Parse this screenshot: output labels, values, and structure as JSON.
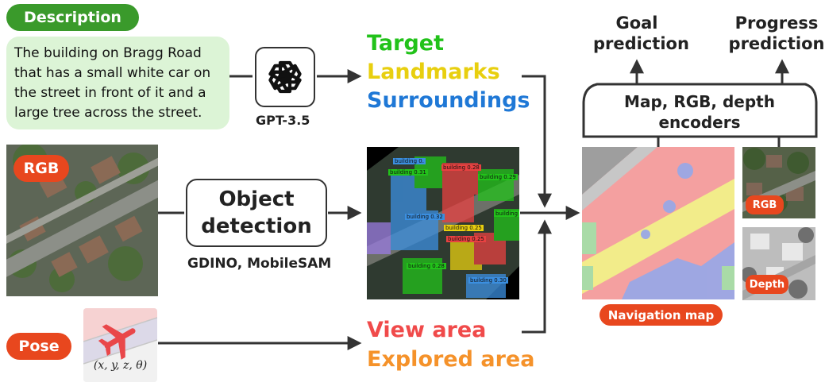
{
  "description": {
    "label": "Description",
    "text": "The building on Bragg Road that has a small white car on the street in front of it and a large tree across the street."
  },
  "gpt": {
    "label": "GPT-3.5"
  },
  "parsed": {
    "target": "Target",
    "landmarks": "Landmarks",
    "surroundings": "Surroundings",
    "colors": {
      "target": "#22c21a",
      "landmarks": "#e8cf0f",
      "surroundings": "#1f78d6"
    }
  },
  "rgb": {
    "label": "RGB"
  },
  "object_detection": {
    "line1": "Object",
    "line2": "detection",
    "models": "GDINO, MobileSAM",
    "detections": [
      {
        "label": "building 0.",
        "color": "#3b8fe0"
      },
      {
        "label": "building 0.31",
        "color": "#22c21a"
      },
      {
        "label": "building 0.28",
        "color": "#e84141"
      },
      {
        "label": "building 0.29",
        "color": "#22c21a"
      },
      {
        "label": "building 0.32",
        "color": "#3b8fe0"
      },
      {
        "label": "building 0.25",
        "color": "#e8cf0f"
      },
      {
        "label": "building 0.25",
        "color": "#e84141"
      },
      {
        "label": "building",
        "color": "#22c21a"
      },
      {
        "label": "building 0.28",
        "color": "#22c21a"
      },
      {
        "label": "building 0.30",
        "color": "#3b8fe0"
      }
    ]
  },
  "pose": {
    "label": "Pose",
    "formula": "(x, y, z, θ)"
  },
  "view": {
    "view_area": "View area",
    "explored_area": "Explored area",
    "colors": {
      "view_area": "#f04a4a",
      "explored_area": "#f5922a"
    }
  },
  "outputs": {
    "goal_line1": "Goal",
    "goal_line2": "prediction",
    "progress_line1": "Progress",
    "progress_line2": "prediction"
  },
  "encoder": {
    "line1": "Map, RGB, depth",
    "line2": "encoders"
  },
  "navigation_map": {
    "label": "Navigation map"
  },
  "small_rgb": {
    "label": "RGB"
  },
  "depth": {
    "label": "Depth"
  }
}
